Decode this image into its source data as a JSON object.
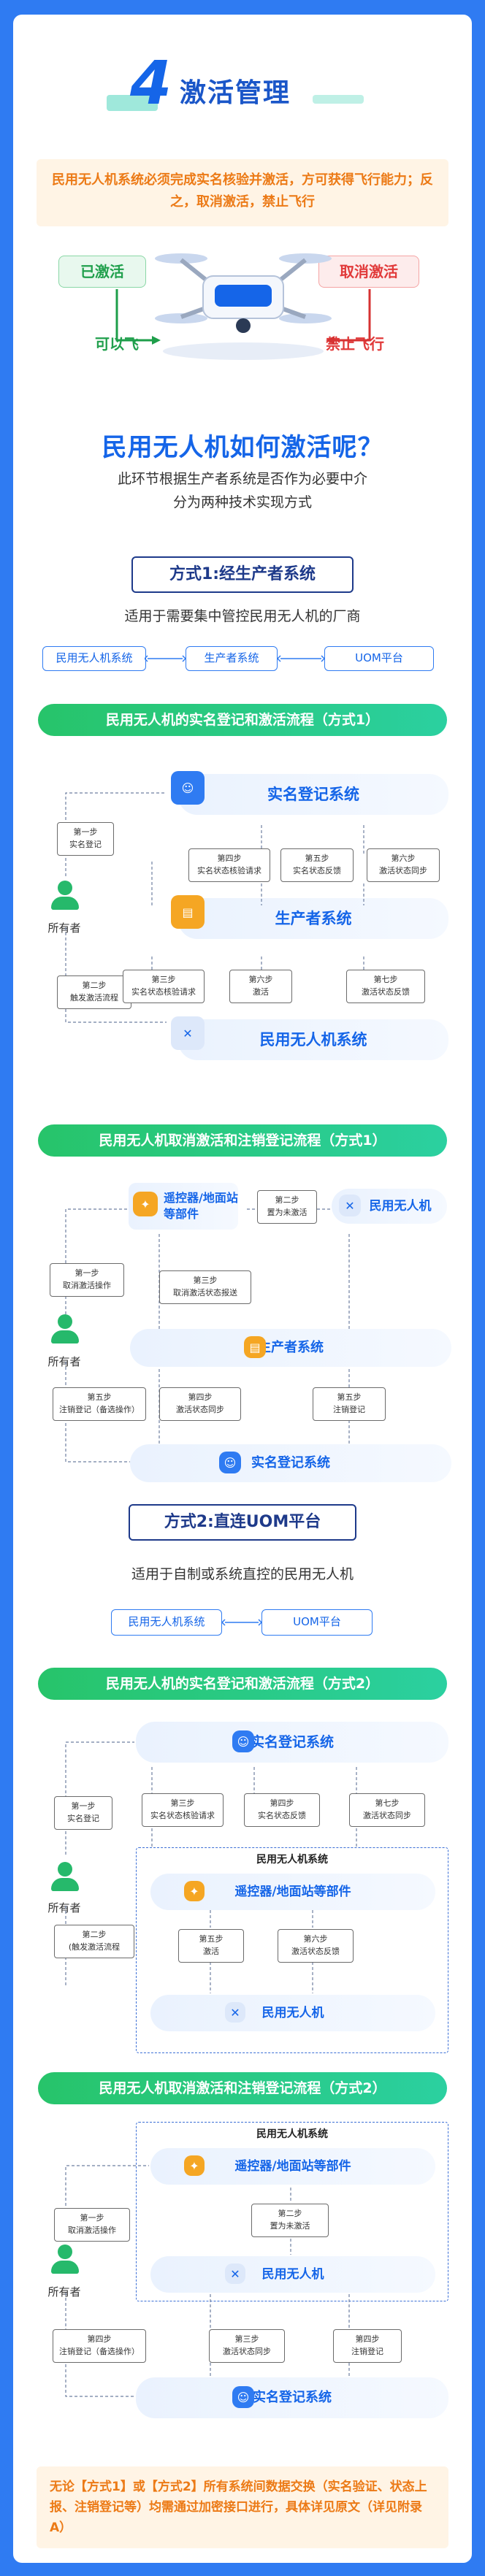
{
  "chapter": {
    "number": "4",
    "title": "激活管理"
  },
  "intro": "民用无人机系统必须完成实名核验并激活，方可获得飞行能力；反之，取消激活，禁止飞行",
  "status": {
    "activated": "已激活",
    "can_fly": "可以飞",
    "deactivated": "取消激活",
    "no_fly": "禁止飞行"
  },
  "question": "民用无人机如何激活呢？",
  "question_sub": [
    "此环节根据生产者系统是否作为必要中介",
    "分为两种技术实现方式"
  ],
  "method1": {
    "title": "方式1:经生产者系统",
    "desc": "适用于需要集中管控民用无人机的厂商",
    "chain": [
      "民用无人机系统",
      "生产者系统",
      "UOM平台"
    ],
    "flow1": {
      "banner": "民用无人机的实名登记和激活流程（方式1）",
      "owner": "所有者",
      "systems": [
        "实名登记系统",
        "生产者系统",
        "民用无人机系统"
      ],
      "steps": [
        "第一步\n实名登记",
        "第二步\n触发激活流程",
        "第三步\n实名状态核验请求",
        "第四步\n实名状态核验请求",
        "第五步\n实名状态反馈",
        "第六步\n激活",
        "第六步\n激活状态同步",
        "第七步\n激活状态反馈"
      ]
    },
    "flow2": {
      "banner": "民用无人机取消激活和注销登记流程（方式1）",
      "owner": "所有者",
      "systems": [
        "遥控器/地面站等部件",
        "民用无人机",
        "生产者系统",
        "实名登记系统"
      ],
      "steps": [
        "第一步\n取消激活操作",
        "第二步\n置为未激活",
        "第三步\n取消激活状态报送",
        "第四步\n激活状态同步",
        "第五步\n注销登记（备选操作）",
        "第五步\n注销登记"
      ]
    }
  },
  "method2": {
    "title": "方式2:直连UOM平台",
    "desc": "适用于自制或系统直控的民用无人机",
    "chain": [
      "民用无人机系统",
      "UOM平台"
    ],
    "flow1": {
      "banner": "民用无人机的实名登记和激活流程（方式2）",
      "owner": "所有者",
      "frame_title": "民用无人机系统",
      "systems": [
        "实名登记系统",
        "遥控器/地面站等部件",
        "民用无人机"
      ],
      "steps": [
        "第一步\n实名登记",
        "第二步\n(触发激活流程",
        "第三步\n实名状态核验请求",
        "第四步\n实名状态反馈",
        "第七步\n激活状态同步",
        "第五步\n激活",
        "第六步\n激活状态反馈"
      ]
    },
    "flow2": {
      "banner": "民用无人机取消激活和注销登记流程（方式2）",
      "owner": "所有者",
      "frame_title": "民用无人机系统",
      "systems": [
        "遥控器/地面站等部件",
        "民用无人机",
        "实名登记系统"
      ],
      "steps": [
        "第一步\n取消激活操作",
        "第二步\n置为未激活",
        "第三步\n激活状态同步",
        "第四步\n注销登记（备选操作）",
        "第四步\n注销登记"
      ]
    }
  },
  "footer": "无论【方式1】或【方式2】所有系统间数据交换（实名验证、状态上报、注销登记等）均需通过加密接口进行，具体详见原文（详见附录A）",
  "colors": {
    "primary": "#1565E8",
    "green": "#27C46A",
    "orange": "#EC7A16",
    "red": "#E13A3A",
    "bg": "#2F7BF2"
  }
}
